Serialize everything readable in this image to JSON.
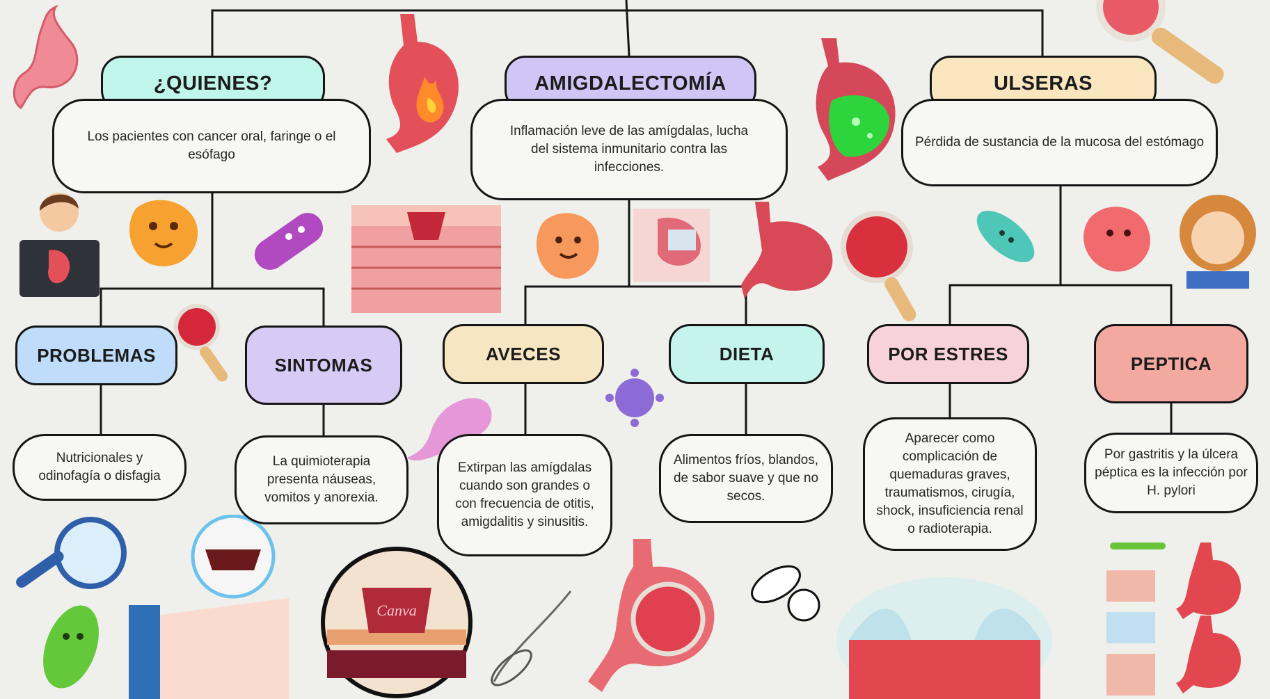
{
  "nodes": {
    "quienes": {
      "title": "¿QUIENES?",
      "text": "Los pacientes con cancer oral, faringe o el esófago"
    },
    "amigdalectomia": {
      "title": "AMIGDALECTOMÍA",
      "text": "Inflamación leve de las amígdalas, lucha del sistema inmunitario contra las infecciones."
    },
    "ulseras": {
      "title": "ULSERAS",
      "text": "Pérdida de sustancia de la mucosa del estómago"
    },
    "problemas": {
      "title": "PROBLEMAS",
      "text": "Nutricionales y odinofagía o disfagia"
    },
    "sintomas": {
      "title": "SINTOMAS",
      "text": "La quimioterapia presenta náuseas, vomitos y anorexia."
    },
    "aveces": {
      "title": "AVECES",
      "text": "Extirpan las amígdalas cuando son grandes o con frecuencia de otitis, amigdalitis y sinusitis."
    },
    "dieta": {
      "title": "DIETA",
      "text": "Alimentos fríos, blandos, de sabor suave y que no secos."
    },
    "por_estres": {
      "title": "POR ESTRES",
      "text": "Aparecer como complicación de quemaduras graves, traumatismos, cirugía, shock, insuficiencia renal o radioterapia."
    },
    "peptica": {
      "title": "PEPTICA",
      "text": "Por gastritis y la úlcera péptica es la infección por H. pylori"
    }
  },
  "colors": {
    "quienes": "#bff5ea",
    "amigdalectomia": "#cfc6f6",
    "ulseras": "#f9e6bf",
    "problemas": "#bfdcfa",
    "sintomas": "#d7cbf6",
    "aveces": "#f6e6c2",
    "dieta": "#c4f4ec",
    "por_estres": "#f8d2da",
    "peptica": "#f4a9a0",
    "line": "#151515",
    "background": "#efefec"
  },
  "decorations": {
    "canva_logo": "Canva",
    "icons": [
      "stomach-icon",
      "stomach-fire-icon",
      "stomach-acid-icon",
      "magnifier-icon",
      "bacteria-icon",
      "germ-icon",
      "virus-icon",
      "tissue-icon",
      "boy-avatar",
      "girl-avatar"
    ]
  }
}
